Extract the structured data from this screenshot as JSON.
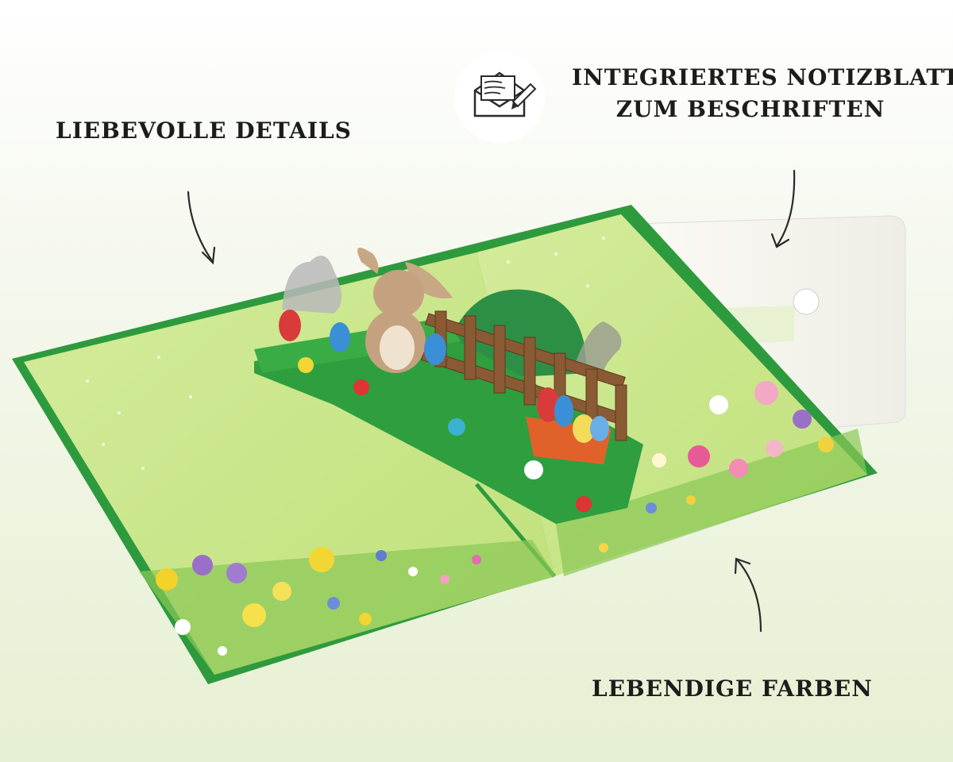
{
  "labels": {
    "details": "LIEBEVOLLE DETAILS",
    "note_line1": "INTEGRIERTES NOTIZBLATT",
    "note_line2": "ZUM BESCHRIFTEN",
    "colors": "LEBENDIGE FARBEN"
  },
  "icons": {
    "note": "envelope-with-pencil-icon",
    "arrows": "hand-drawn-arrow-icon"
  },
  "colors": {
    "card_green": "#2e9a3e",
    "page_green": "#c8e68c",
    "text": "#1c1c1c"
  }
}
